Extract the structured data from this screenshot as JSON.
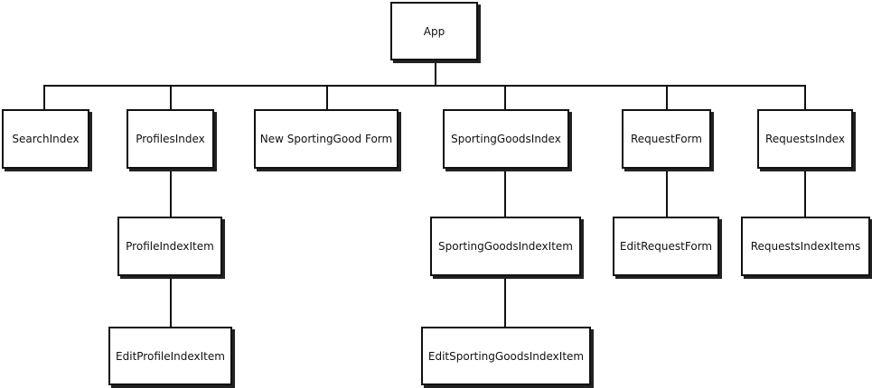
{
  "tree": {
    "root": "App",
    "level1": {
      "search_index": "SearchIndex",
      "profiles_index": "ProfilesIndex",
      "new_sporting_good_form": "New SportingGood Form",
      "sporting_goods_index": "SportingGoodsIndex",
      "request_form": "RequestForm",
      "requests_index": "RequestsIndex"
    },
    "level2": {
      "profile_index_item": "ProfileIndexItem",
      "sporting_goods_index_item": "SportingGoodsIndexItem",
      "edit_request_form": "EditRequestForm",
      "requests_index_items": "RequestsIndexItems"
    },
    "level3": {
      "edit_profile_index_item": "EditProfileIndexItem",
      "edit_sporting_goods_index_item": "EditSportingGoodsIndexItem"
    }
  }
}
